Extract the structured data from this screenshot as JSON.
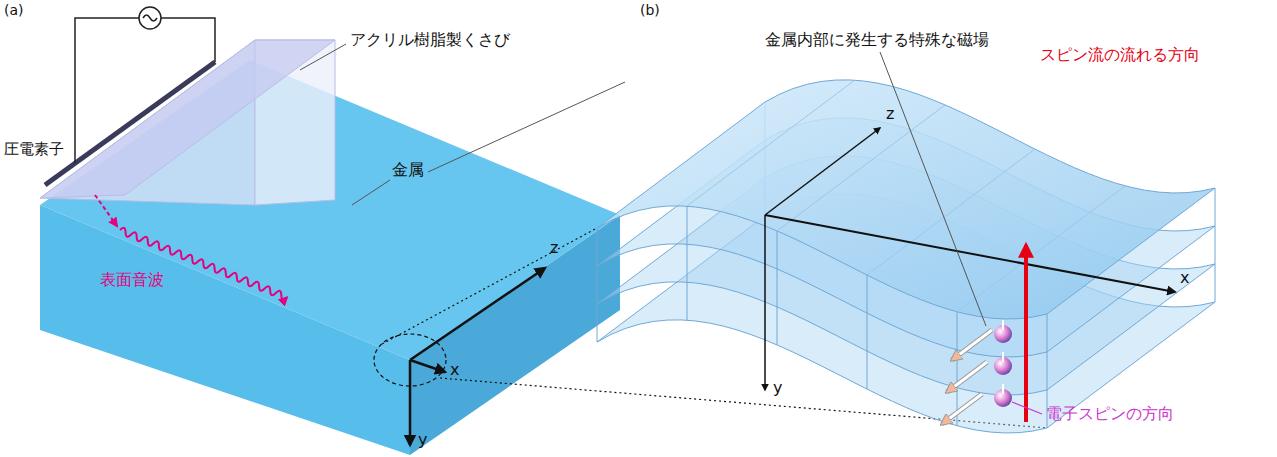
{
  "diagram": {
    "labels": [
      "(a)",
      "(b)",
      "圧電素子",
      "アクリル樹脂製くさび",
      "金属",
      "表面音波",
      "z",
      "x",
      "y",
      "金属内部に発生する特殊な磁場",
      "z",
      "x",
      "y",
      "スピン流の流れる方向",
      "電子スピンの方向"
    ]
  }
}
